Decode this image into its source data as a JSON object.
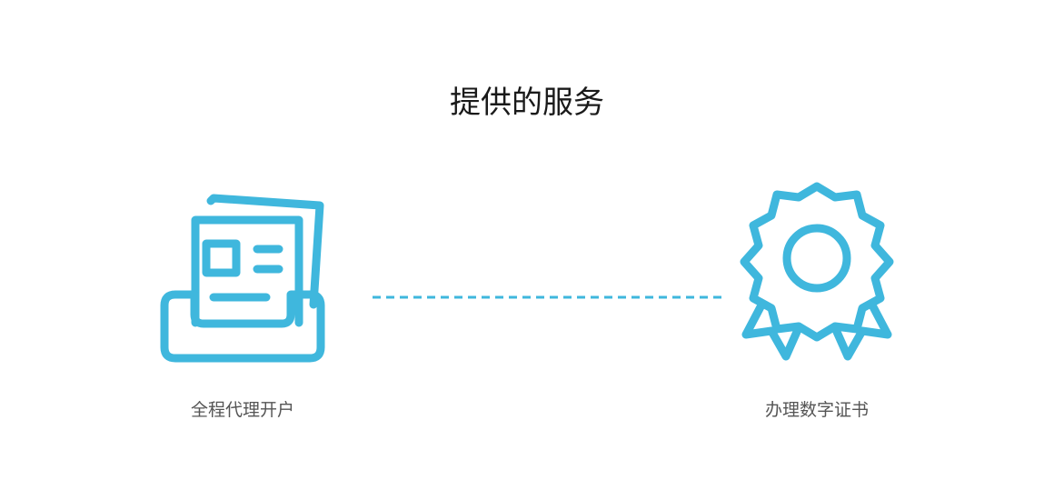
{
  "section": {
    "title": "提供的服务"
  },
  "colors": {
    "accent": "#3fb7dd",
    "title_text": "#1a1a1a",
    "label_text": "#555555"
  },
  "services": [
    {
      "icon": "document-tray-icon",
      "label": "全程代理开户"
    },
    {
      "icon": "certificate-badge-icon",
      "label": "办理数字证书"
    }
  ]
}
